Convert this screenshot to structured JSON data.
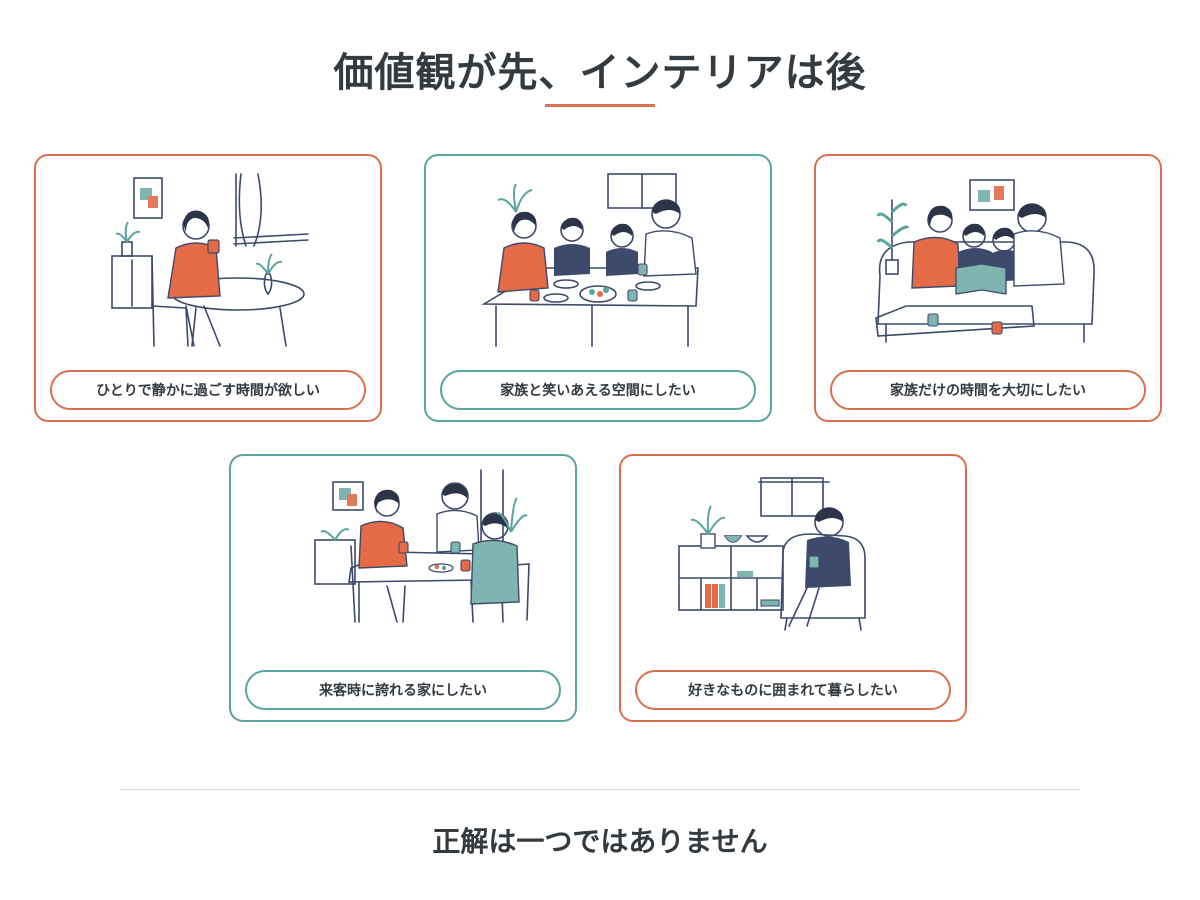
{
  "title": "価値観が先、インテリアは後",
  "cards": [
    {
      "label": "ひとりで静かに過ごす時間が欲しい",
      "accent": "#d9704f"
    },
    {
      "label": "家族と笑いあえる空間にしたい",
      "accent": "#5aa5a0"
    },
    {
      "label": "家族だけの時間を大切にしたい",
      "accent": "#d9704f"
    },
    {
      "label": "来客時に誇れる家にしたい",
      "accent": "#5aa5a0"
    },
    {
      "label": "好きなものに囲まれて暮らしたい",
      "accent": "#d9704f"
    }
  ],
  "footer": "正解は一つではありません",
  "colors": {
    "coral": "#d9704f",
    "teal": "#5aa5a0",
    "navy": "#3d4a6b",
    "text": "#333a40"
  }
}
